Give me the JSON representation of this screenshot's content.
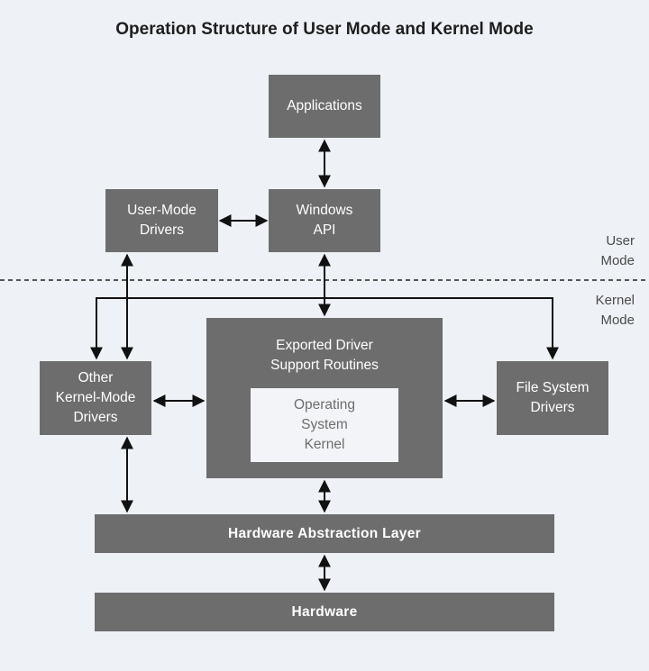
{
  "title": "Operation Structure of User Mode and Kernel Mode",
  "boxes": {
    "applications": "Applications",
    "user_mode_drivers": "User-Mode\nDrivers",
    "windows_api": "Windows\nAPI",
    "exported_driver_support": "Exported Driver\nSupport Routines",
    "operating_system_kernel": "Operating\nSystem\nKernel",
    "other_kernel_mode_drivers": "Other\nKernel-Mode\nDrivers",
    "file_system_drivers": "File System\nDrivers",
    "hal": "Hardware Abstraction Layer",
    "hardware": "Hardware"
  },
  "mode_labels": {
    "user": "User\nMode",
    "kernel": "Kernel\nMode"
  },
  "colors": {
    "box": "#6d6d6d",
    "inner_box": "#f3f4f7",
    "background": "#eef1f5",
    "line": "#111111"
  }
}
